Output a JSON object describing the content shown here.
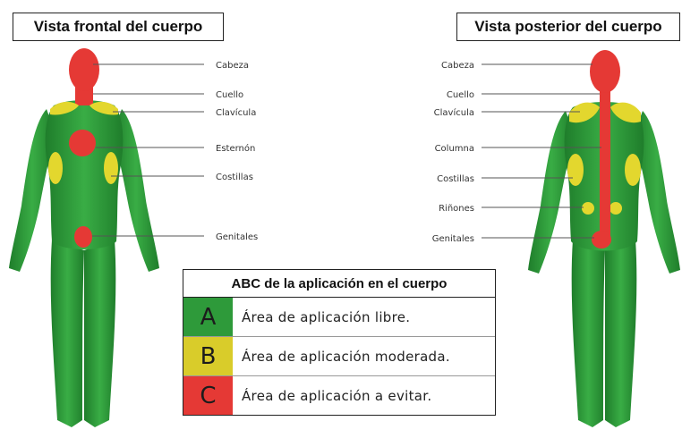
{
  "front": {
    "title": "Vista frontal del cuerpo",
    "labels": [
      "Cabeza",
      "Cuello",
      "Clavícula",
      "Esternón",
      "Costillas",
      "Genitales"
    ]
  },
  "back": {
    "title": "Vista posterior del cuerpo",
    "labels": [
      "Cabeza",
      "Cuello",
      "Clavícula",
      "Columna",
      "Costillas",
      "Riñones",
      "Genitales"
    ]
  },
  "legend": {
    "title": "ABC de la aplicación en el cuerpo",
    "rows": [
      {
        "letter": "A",
        "text": "Área de aplicación libre.",
        "color": "#2e9a3a"
      },
      {
        "letter": "B",
        "text": "Área de aplicación moderada.",
        "color": "#d9cc2a"
      },
      {
        "letter": "C",
        "text": "Área de aplicación a evitar.",
        "color": "#e53935"
      }
    ]
  },
  "colors": {
    "body_green": "#2e9a3a",
    "moderate_yellow": "#e3d72e",
    "avoid_red": "#e53935",
    "leader_line": "#555555"
  }
}
